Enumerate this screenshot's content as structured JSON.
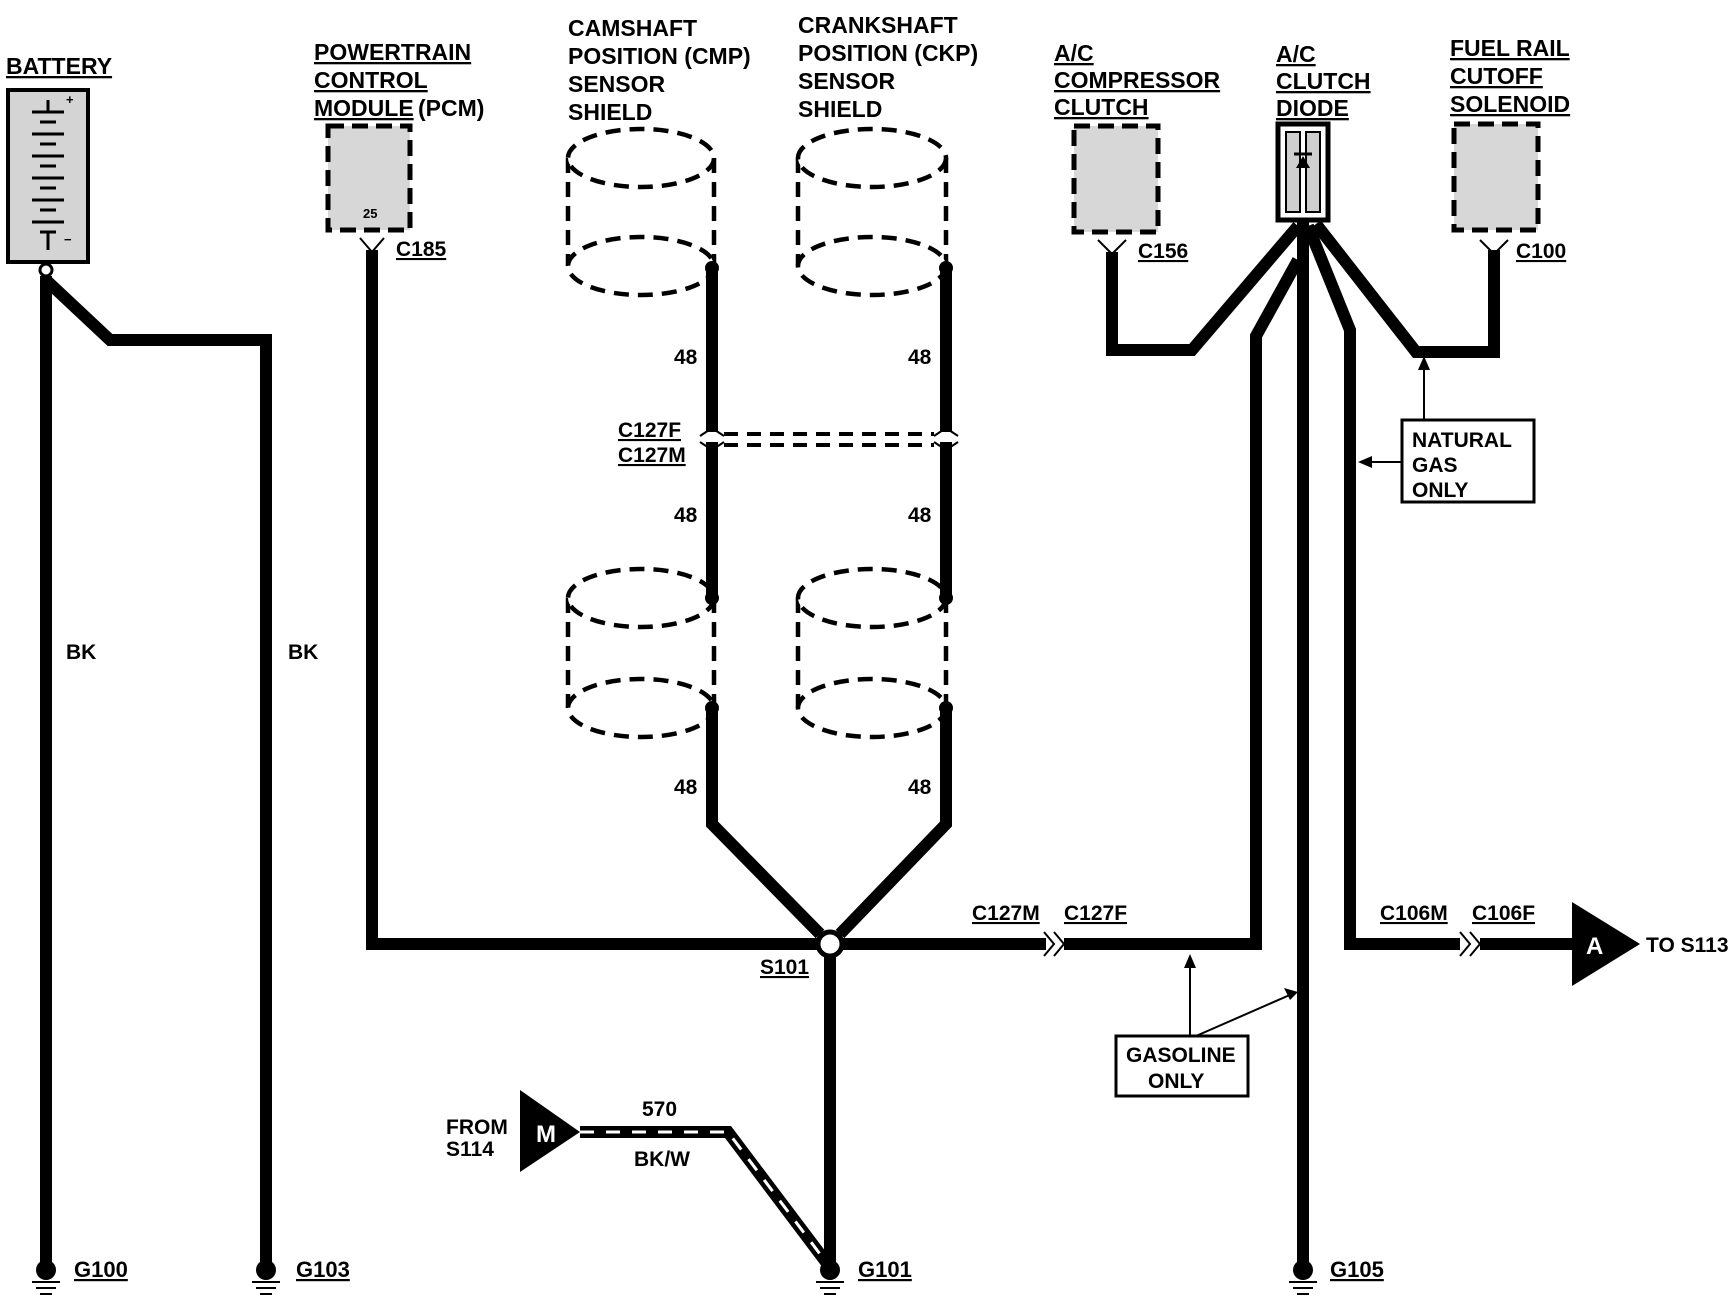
{
  "components": {
    "battery": "BATTERY",
    "pcm": [
      "POWERTRAIN",
      "CONTROL",
      "MODULE",
      "(PCM)"
    ],
    "pcm_pin": "25",
    "cmp": [
      "CAMSHAFT",
      "POSITION (CMP)",
      "SENSOR",
      "SHIELD"
    ],
    "ckp": [
      "CRANKSHAFT",
      "POSITION (CKP)",
      "SENSOR",
      "SHIELD"
    ],
    "ac_comp": [
      "A/C",
      "COMPRESSOR",
      "CLUTCH"
    ],
    "ac_diode": [
      "A/C",
      "CLUTCH",
      "DIODE"
    ],
    "fuel_rail": [
      "FUEL RAIL",
      "CUTOFF",
      "SOLENOID"
    ]
  },
  "connectors": {
    "c185": "C185",
    "c156": "C156",
    "c100": "C100",
    "c127f": "C127F",
    "c127m": "C127M",
    "c106m": "C106M",
    "c106f": "C106F"
  },
  "wires": {
    "circuit_48": "48",
    "bk": "BK",
    "circuit_570": "570",
    "bkw": "BK/W"
  },
  "splice": "S101",
  "grounds": {
    "g100": "G100",
    "g103": "G103",
    "g101": "G101",
    "g105": "G105"
  },
  "notes": {
    "natural_gas": [
      "NATURAL",
      "GAS",
      "ONLY"
    ],
    "gasoline": [
      "GASOLINE",
      "ONLY"
    ]
  },
  "refs": {
    "to_letter": "A",
    "to_text": "TO S113",
    "from_letter": "M",
    "from_text": [
      "FROM",
      "S114"
    ]
  },
  "battery_signs": {
    "plus": "+",
    "minus": "−"
  }
}
